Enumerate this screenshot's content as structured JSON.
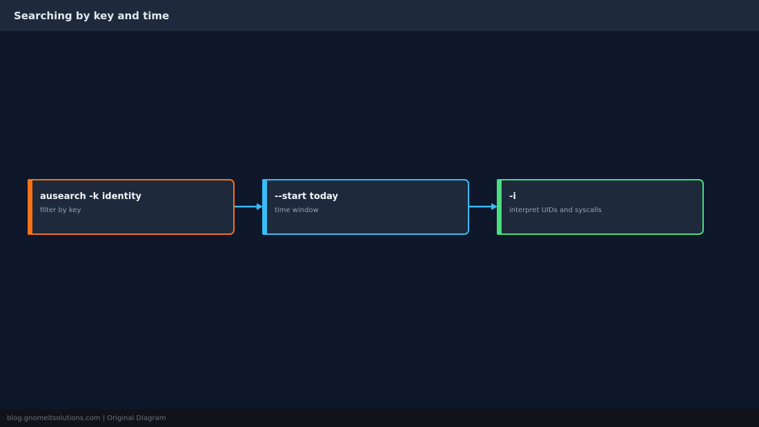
{
  "header": {
    "title": "Searching by key and time"
  },
  "nodes": [
    {
      "title": "ausearch -k identity",
      "subtitle": "filter by key",
      "color": "#f97316"
    },
    {
      "title": "--start today",
      "subtitle": "time window",
      "color": "#38bdf8"
    },
    {
      "title": "-i",
      "subtitle": "interpret UIDs and syscalls",
      "color": "#4ade80"
    }
  ],
  "connector_color": "#38bdf8",
  "footer": {
    "text": "blog.gnomeitsolutions.com | Original Diagram"
  }
}
